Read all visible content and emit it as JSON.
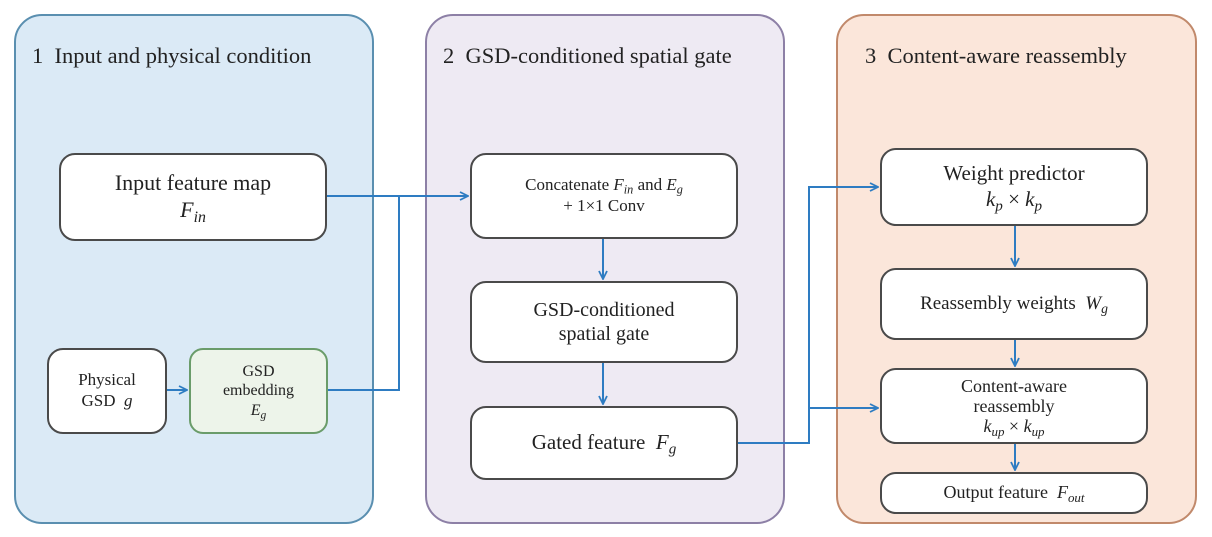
{
  "panels": {
    "p1": {
      "number": "1",
      "title": "Input and physical condition"
    },
    "p2": {
      "number": "2",
      "title": "GSD-conditioned spatial gate"
    },
    "p3": {
      "number": "3",
      "title": "Content-aware reassembly"
    }
  },
  "boxes": {
    "input_feature_map": {
      "label": "Input feature map",
      "sym": "F",
      "sub": "in"
    },
    "physical_gsd": {
      "line1": "Physical",
      "line2": "GSD",
      "sym": "g"
    },
    "gsd_embedding": {
      "line1": "GSD",
      "line2": "embedding",
      "sym": "E",
      "sub": "g"
    },
    "concat": {
      "pre": "Concatenate",
      "sym1": "F",
      "sub1": "in",
      "mid": "and",
      "sym2": "E",
      "sub2": "g",
      "line2": "+ 1×1 Conv"
    },
    "gate": {
      "line1": "GSD-conditioned",
      "line2": "spatial gate"
    },
    "gated_feature": {
      "label": "Gated feature",
      "sym": "F",
      "sub": "g"
    },
    "weight_predictor": {
      "label": "Weight predictor",
      "sym1": "k",
      "sub1": "p",
      "op": "×",
      "sym2": "k",
      "sub2": "p"
    },
    "reassembly_weights": {
      "label": "Reassembly weights",
      "sym": "W",
      "sub": "g"
    },
    "content_aware": {
      "line1": "Content-aware",
      "line2": "reassembly",
      "sym1": "k",
      "sub1": "up",
      "op": "×",
      "sym2": "k",
      "sub2": "up"
    },
    "output_feature": {
      "label": "Output feature",
      "sym": "F",
      "sub": "out"
    }
  },
  "colors": {
    "arrow": "#2e7cc2"
  }
}
